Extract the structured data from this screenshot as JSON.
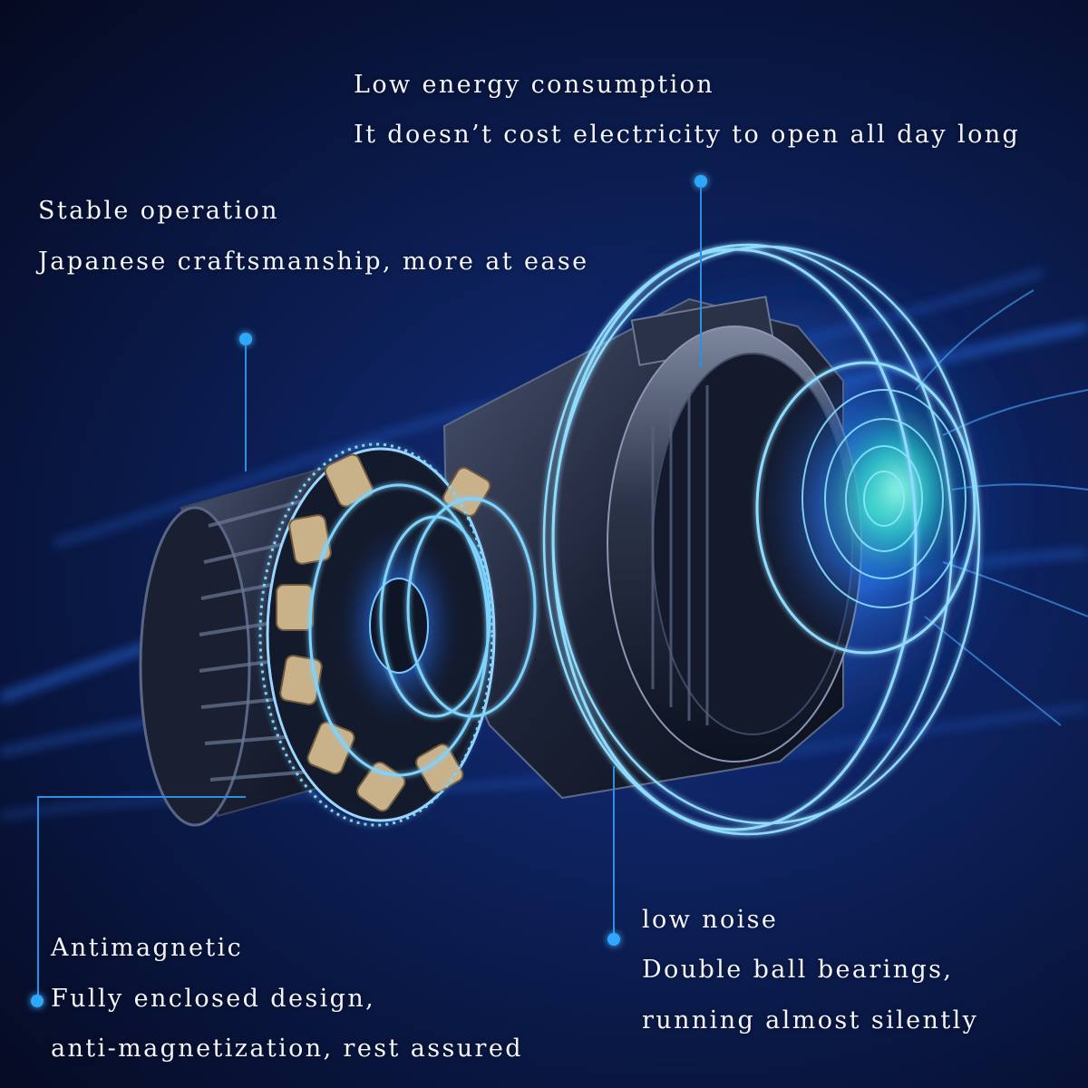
{
  "annotations": {
    "energy": {
      "title": "Low energy consumption",
      "desc": "It doesn’t cost electricity to open all day long"
    },
    "stable": {
      "title": "Stable operation",
      "desc": "Japanese craftsmanship, more at ease"
    },
    "antimagnetic": {
      "title": "Antimagnetic",
      "desc1": "Fully enclosed design,",
      "desc2": "anti-magnetization, rest assured"
    },
    "noise": {
      "title": "low noise",
      "desc1": "Double ball bearings,",
      "desc2": "running almost silently"
    }
  },
  "colors": {
    "accent": "#2ea7ff",
    "glow": "#6fd0ff",
    "background": "#0a1a4a"
  }
}
